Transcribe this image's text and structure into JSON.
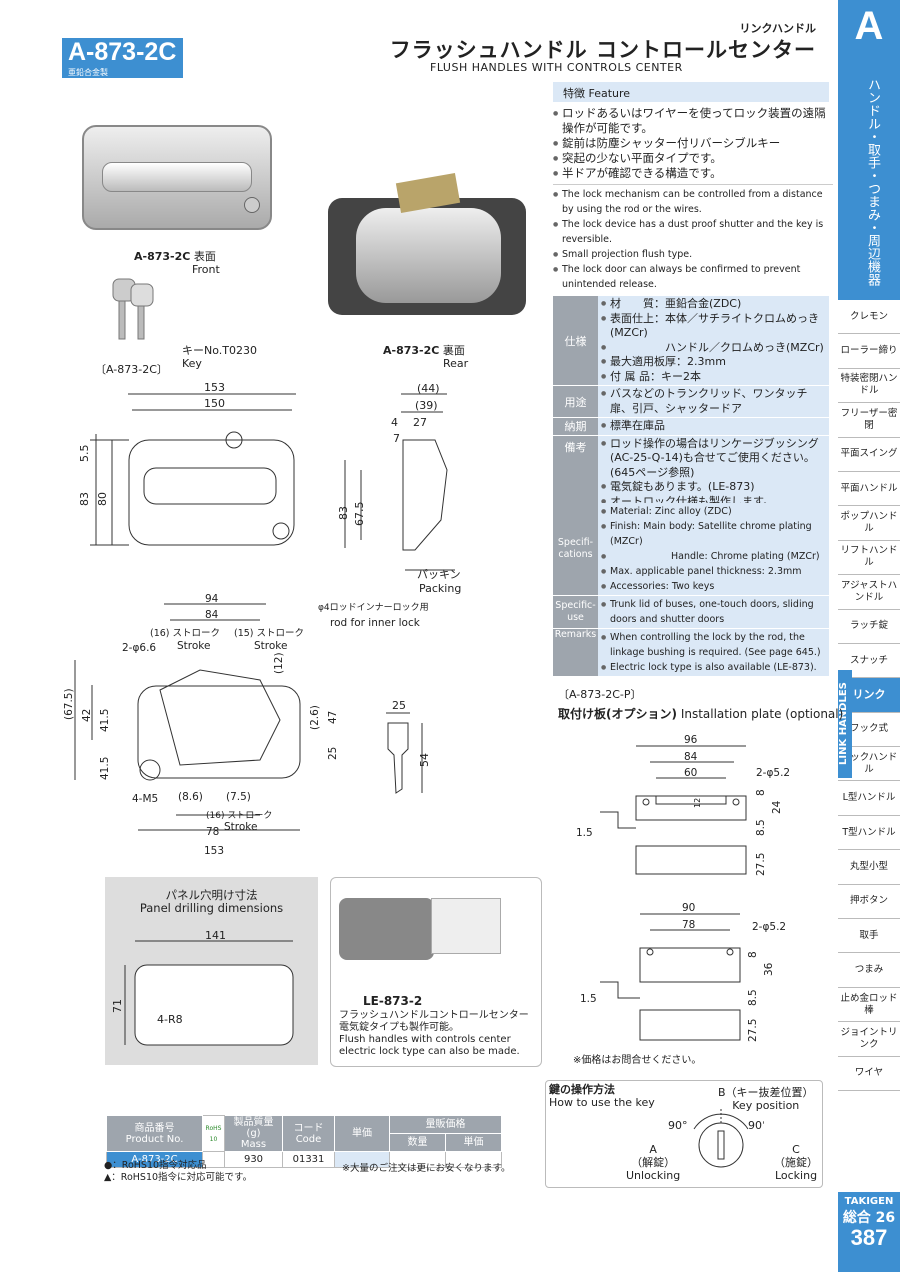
{
  "header": {
    "model_code": "A-873-2C",
    "material_small": "亜鉛合金製",
    "category_small": "リンクハンドル",
    "title_jp": "フラッシュハンドル コントロールセンター",
    "title_en": "FLUSH HANDLES WITH CONTROLS CENTER"
  },
  "sidebar": {
    "letter": "A",
    "vertical_title": "ハンドル・取手・つまみ・周辺機器",
    "link_tab": "LINK HANDLES",
    "items": [
      {
        "label": "クレモン"
      },
      {
        "label": "ローラー締り"
      },
      {
        "label": "特装密閉ハンドル"
      },
      {
        "label": "フリーザー密閉"
      },
      {
        "label": "平面スイング"
      },
      {
        "label": "平面ハンドル"
      },
      {
        "label": "ポップハンドル"
      },
      {
        "label": "リフトハンドル"
      },
      {
        "label": "アジャストハンドル"
      },
      {
        "label": "ラッチ錠"
      },
      {
        "label": "スナッチ"
      },
      {
        "label": "リンク"
      },
      {
        "label": "フック式"
      },
      {
        "label": "ロックハンドル"
      },
      {
        "label": "L型ハンドル"
      },
      {
        "label": "T型ハンドル"
      },
      {
        "label": "丸型小型"
      },
      {
        "label": "押ボタン"
      },
      {
        "label": "取手"
      },
      {
        "label": "つまみ"
      },
      {
        "label": "止め金ロッド棒"
      },
      {
        "label": "ジョイントリンク"
      },
      {
        "label": "ワイヤ"
      }
    ],
    "brand": "TAKIGEN",
    "catalog": "総合 26",
    "page_number": "387"
  },
  "features": {
    "heading": "特徴 Feature",
    "jp": [
      "ロッドあるいはワイヤーを使ってロック装置の遠隔操作が可能です。",
      "錠前は防塵シャッター付リバーシブルキー",
      "突起の少ない平面タイプです。",
      "半ドアが確認できる構造です。"
    ],
    "en": [
      "The lock mechanism can be controlled from a distance by using the rod or the wires.",
      "The lock device has a dust proof shutter and the key is reversible.",
      "Small projection flush type.",
      "The lock door can always be confirmed to prevent unintended release."
    ]
  },
  "specs_jp": [
    {
      "key": "仕様",
      "lines": [
        "材　　質：亜鉛合金(ZDC)",
        "表面仕上：本体／サチライトクロムめっき(MZCr)",
        "　　　　　ハンドル／クロムめっき(MZCr)",
        "最大適用板厚：2.3mm",
        "付 属 品：キー2本"
      ]
    },
    {
      "key": "用途",
      "lines": [
        "バスなどのトランクリッド、ワンタッチ扉、引戸、シャッタードア"
      ]
    },
    {
      "key": "納期",
      "lines": [
        "標準在庫品"
      ]
    },
    {
      "key": "備考",
      "lines": [
        "ロッド操作の場合はリンケージブッシング(AC-25-Q-14)も合せてご使用ください。(645ページ参照)",
        "電気錠もあります。(LE-873)",
        "オートロック仕様も製作します。"
      ]
    }
  ],
  "specs_en": [
    {
      "key": "Specifi-cations",
      "lines": [
        "Material: Zinc alloy (ZDC)",
        "Finish: Main body: Satellite chrome plating (MZCr)",
        "Handle: Chrome plating (MZCr)",
        "Max. applicable panel thickness: 2.3mm",
        "Accessories: Two keys"
      ]
    },
    {
      "key": "Specific-use",
      "lines": [
        "Trunk lid of buses, one-touch doors, sliding doors and shutter doors"
      ]
    },
    {
      "key": "Remarks",
      "lines": [
        "When controlling the lock by the rod, the linkage bushing is required. (See page 645.)",
        "Electric lock type is also available (LE-873)."
      ]
    }
  ],
  "photos": {
    "front_label_code": "A-873-2C",
    "front_label_jp": "表面",
    "front_label_en": "Front",
    "rear_label_code": "A-873-2C",
    "rear_label_jp": "裏面",
    "rear_label_en": "Rear",
    "key_label_jp": "キーNo.T0230",
    "key_label_en": "Key"
  },
  "drawing_main": {
    "bracket_label": "〔A-873-2C〕",
    "dims": {
      "w153": "153",
      "w150": "150",
      "h83": "83",
      "h80": "80",
      "d55": "5.5",
      "s44": "(44)",
      "s39": "(39)",
      "s4": "4",
      "s27": "27",
      "s7": "7",
      "s83": "83",
      "s675": "67.5",
      "packing_jp": "パッキン",
      "packing_en": "Packing"
    }
  },
  "drawing_rear": {
    "dims": {
      "w94": "94",
      "w84": "84",
      "rod_jp": "φ4ロッドインナーロック用",
      "rod_en": "rod for inner lock",
      "stroke16": "(16) ストローク",
      "stroke15": "(15) ストローク",
      "stroke_en": "Stroke",
      "holes": "2-φ6.6",
      "s12": "(12)",
      "s675": "(67.5)",
      "s42": "42",
      "s415a": "41.5",
      "s415b": "41.5",
      "s26": "(2.6)",
      "s47": "47",
      "s25": "25",
      "m5": "4-M5",
      "s86": "(8.6)",
      "s75": "(7.5)",
      "s16b": "(16) ストローク",
      "s78": "78",
      "s153": "153"
    }
  },
  "key_drawing": {
    "w": "25",
    "h": "54"
  },
  "install_plate": {
    "bracket": "〔A-873-2C-P〕",
    "title_jp": "取付け板(オプション)",
    "title_en": "Installation plate (optional)",
    "top": {
      "w96": "96",
      "w84": "84",
      "w60": "60",
      "hole": "2-φ5.2",
      "h12": "12",
      "h8": "8",
      "h24": "24",
      "t15": "1.5",
      "h85": "8.5",
      "h275": "27.5"
    },
    "bottom": {
      "w90": "90",
      "w78": "78",
      "hole": "2-φ5.2",
      "h8": "8",
      "h36": "36",
      "t15": "1.5",
      "h85": "8.5",
      "h275": "27.5"
    },
    "price_note": "※価格はお問合せください。"
  },
  "panel_drilling": {
    "title_jp": "パネル穴明け寸法",
    "title_en": "Panel drilling dimensions",
    "w": "141",
    "h": "71",
    "r": "4-R8"
  },
  "le_box": {
    "code": "LE-873-2",
    "jp_line1": "フラッシュハンドルコントロールセンター",
    "jp_line2": "電気錠タイプも製作可能。",
    "en_line1": "Flush handles with controls center",
    "en_line2": "electric lock type can also be made."
  },
  "key_operation": {
    "title_jp": "鍵の操作方法",
    "title_en": "How to use the key",
    "b_jp": "B（キー抜差位置）",
    "b_en": "Key position",
    "angle_left": "90°",
    "angle_right": "90°",
    "a_label": "A",
    "a_jp": "（解錠）",
    "a_en": "Unlocking",
    "c_label": "C",
    "c_jp": "（施錠）",
    "c_en": "Locking"
  },
  "product_table": {
    "h_no_jp": "商品番号",
    "h_no_en": "Product No.",
    "h_rohs": "RoHS 10",
    "h_mass_jp": "製品質量(g)",
    "h_mass_en": "Mass",
    "h_code_jp": "コード",
    "h_code_en": "Code",
    "h_unit": "単価",
    "h_volume": "量販価格",
    "h_qty": "数量",
    "h_uprice": "単価",
    "row": {
      "no": "A-873-2C",
      "mass": "930",
      "code": "01331"
    },
    "note1": "●：RoHS10指令対応品",
    "note2": "▲：RoHS10指令に対応可能です。",
    "note3": "※大量のご注文は更にお安くなります。"
  },
  "colors": {
    "accent": "#3d8fd1",
    "light": "#dbe8f6",
    "gray": "#9ea5ad"
  }
}
